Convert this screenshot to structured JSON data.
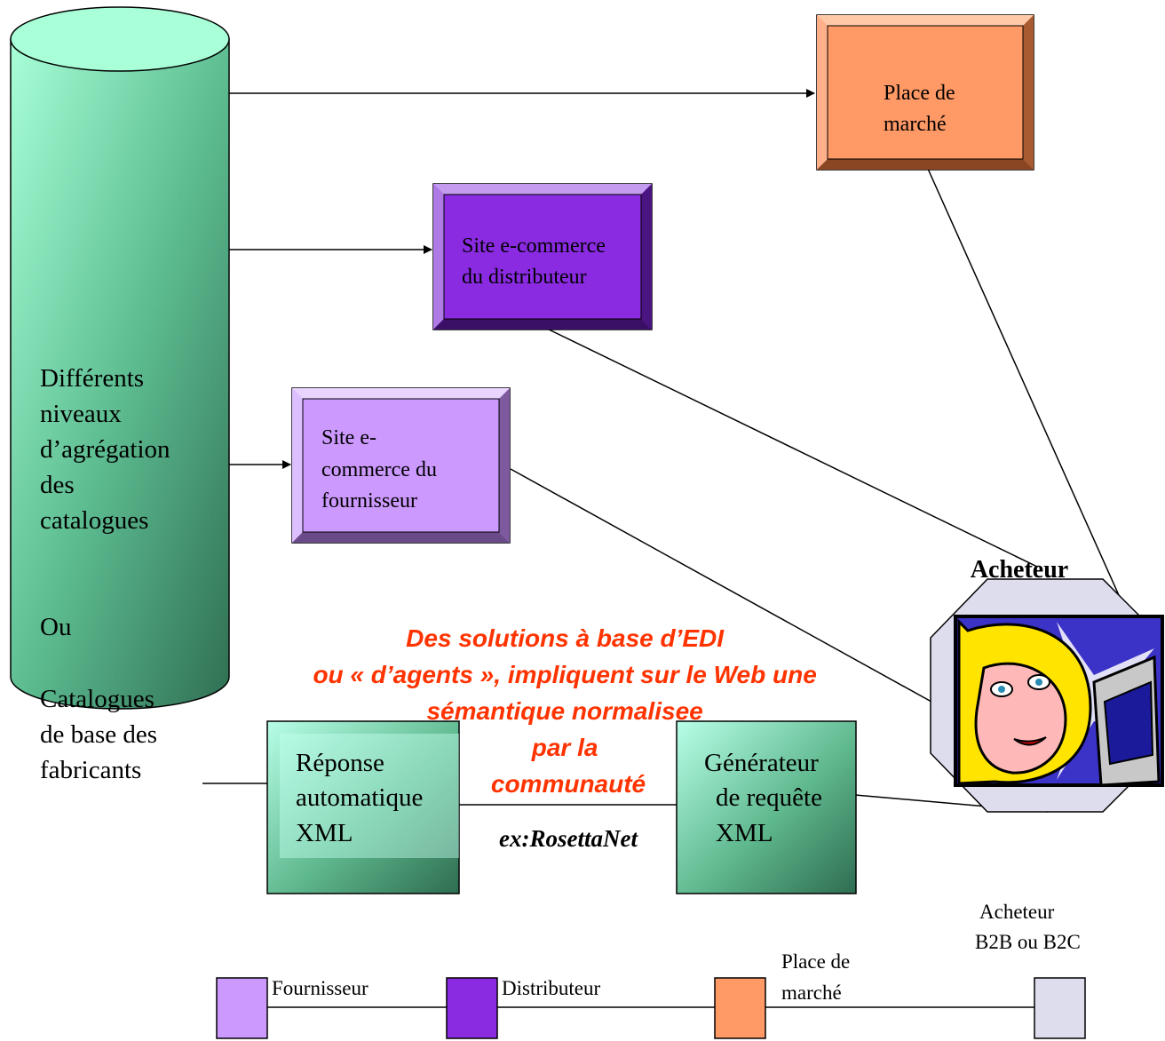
{
  "catalogue_cylinder": {
    "lines": [
      "Différents",
      "niveaux",
      "d’agrégation",
      "des",
      "catalogues",
      "",
      "Ou",
      "",
      "Catalogues",
      "de base des",
      "fabricants"
    ]
  },
  "marketplace_box": {
    "lines": [
      "Place  de",
      "marché"
    ],
    "color": "#ff9966"
  },
  "distributor_box": {
    "lines": [
      "Site e-commerce",
      "du distributeur"
    ],
    "color": "#8a2be2"
  },
  "supplier_box": {
    "lines": [
      "Site e-",
      "commerce du",
      "fournisseur"
    ],
    "color": "#cc99ff"
  },
  "xml_response_box": {
    "lines": [
      "Réponse",
      "automatique",
      "XML"
    ]
  },
  "xml_request_box": {
    "lines": [
      "Générateur",
      "de requête",
      "XML"
    ]
  },
  "buyer": {
    "label": "Acheteur"
  },
  "callout": {
    "lines": [
      "Des solutions à base d’EDI",
      "ou « d’agents », impliquent sur le Web une",
      "sémantique normalisee",
      "par la",
      "communauté"
    ],
    "color": "#ff3300"
  },
  "example_label": "ex:RosettaNet",
  "legend": {
    "items": [
      {
        "lines": [
          "Fournisseur"
        ],
        "color": "#cc99ff"
      },
      {
        "lines": [
          "Distributeur"
        ],
        "color": "#8a2be2"
      },
      {
        "lines": [
          "Place de",
          "marché"
        ],
        "color": "#ff9966"
      },
      {
        "lines": [
          "Acheteur",
          "B2B ou B2C"
        ],
        "color": "#ddddee"
      }
    ]
  }
}
